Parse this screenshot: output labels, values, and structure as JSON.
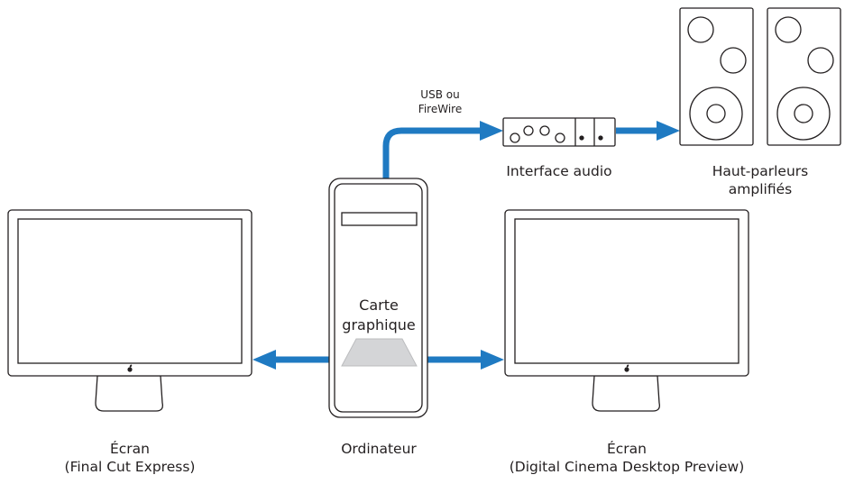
{
  "colors": {
    "arrow": "#1f7ac2",
    "stroke": "#231f20",
    "card_shape": "#d4d5d7"
  },
  "labels": {
    "connection": [
      "USB ou",
      "FireWire"
    ],
    "audio_interface": "Interface audio",
    "speakers": [
      "Haut-parleurs",
      "amplifiés"
    ],
    "graphics_card": [
      "Carte",
      "graphique"
    ],
    "left_display": [
      "Écran",
      "(Final Cut Express)"
    ],
    "computer": "Ordinateur",
    "right_display": [
      "Écran",
      "(Digital Cinema Desktop Preview)"
    ]
  },
  "icons": {
    "display_logo": "apple-logo-icon"
  }
}
